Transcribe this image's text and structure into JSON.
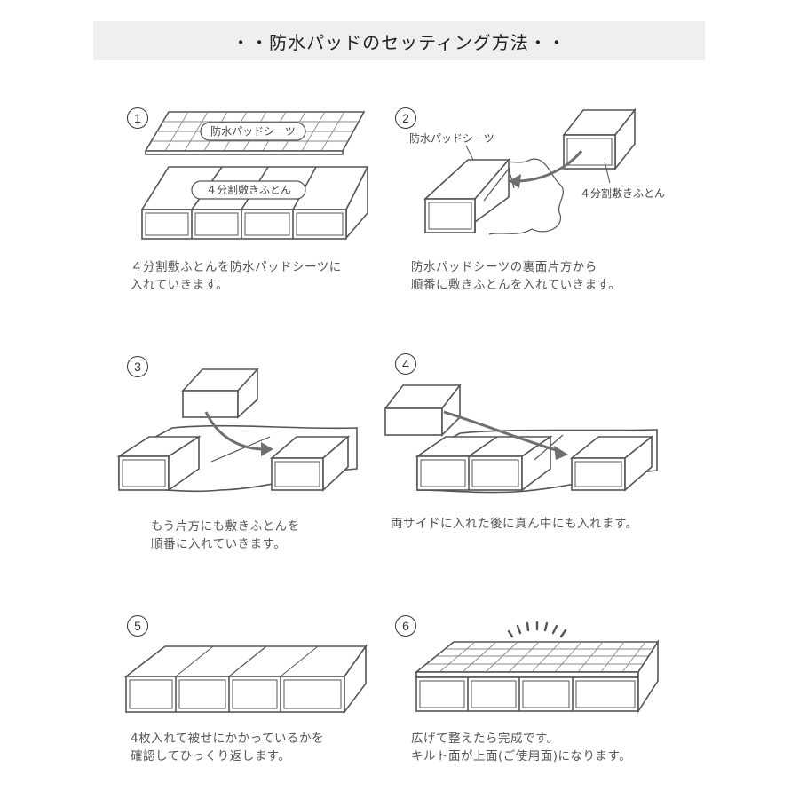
{
  "title": "・・防水パッドのセッティング方法・・",
  "steps": [
    {
      "num": "1",
      "caption_lines": [
        "４分割敷ふとんを防水パッドシーツに",
        "入れていきます。"
      ],
      "labels": {
        "pad": "防水パッドシーツ",
        "futon": "４分割敷きふとん"
      }
    },
    {
      "num": "2",
      "caption_lines": [
        "防水パッドシーツの裏面片方から",
        "順番に敷きふとんを入れていきます。"
      ],
      "labels": {
        "pad": "防水パッドシーツ",
        "futon": "４分割敷きふとん"
      }
    },
    {
      "num": "3",
      "caption_lines": [
        "もう片方にも敷きふとんを",
        "順番に入れていきます。"
      ]
    },
    {
      "num": "4",
      "caption_lines": [
        "両サイドに入れた後に真ん中にも入れます。"
      ]
    },
    {
      "num": "5",
      "caption_lines": [
        "4枚入れて被せにかかっているかを",
        "確認してひっくり返します。"
      ]
    },
    {
      "num": "6",
      "caption_lines": [
        "広げて整えたら完成です。",
        "キルト面が上面(ご使用面)になります。"
      ]
    }
  ],
  "colors": {
    "line": "#555555",
    "arrow": "#6f6f6f",
    "title_bg": "#efefef"
  }
}
